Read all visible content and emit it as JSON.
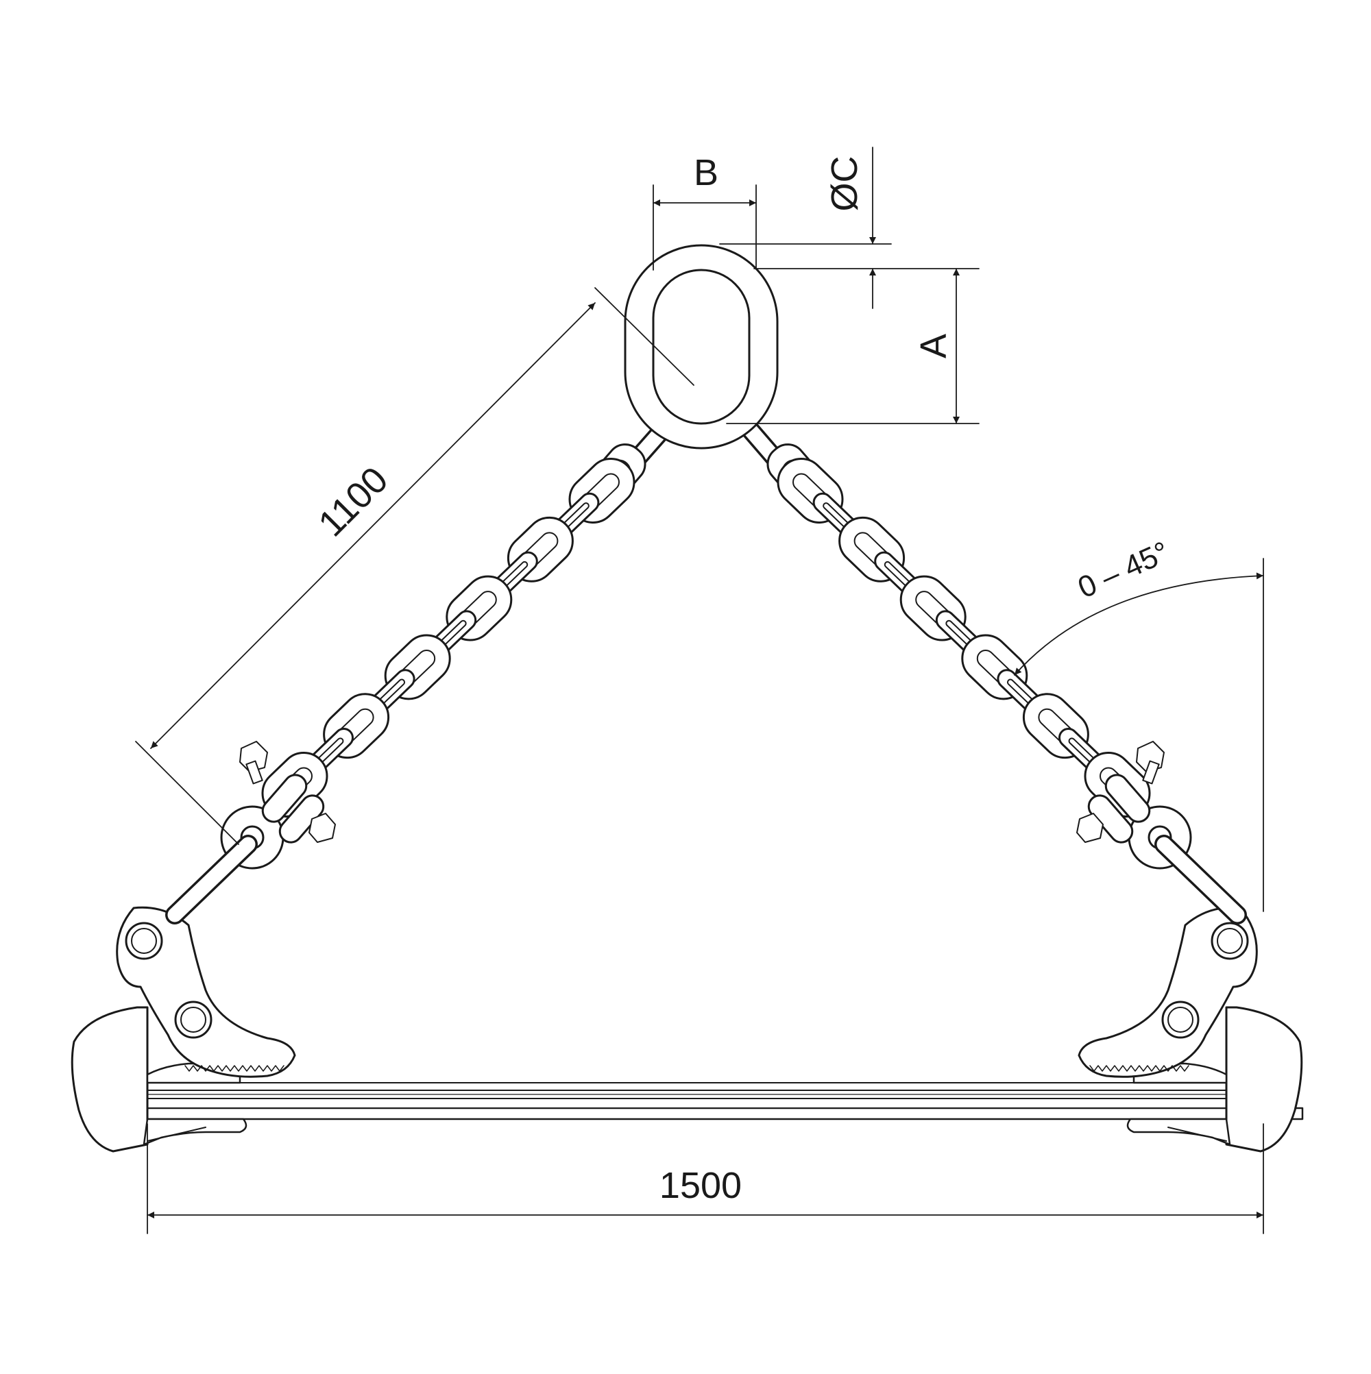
{
  "drawing": {
    "labels": {
      "b": "B",
      "c": "ØC",
      "a": "A",
      "chain_length": "1100",
      "spread": "1500",
      "angle": "0 – 45°"
    },
    "colors": {
      "line": "#1a1a1a",
      "background": "#ffffff"
    }
  }
}
